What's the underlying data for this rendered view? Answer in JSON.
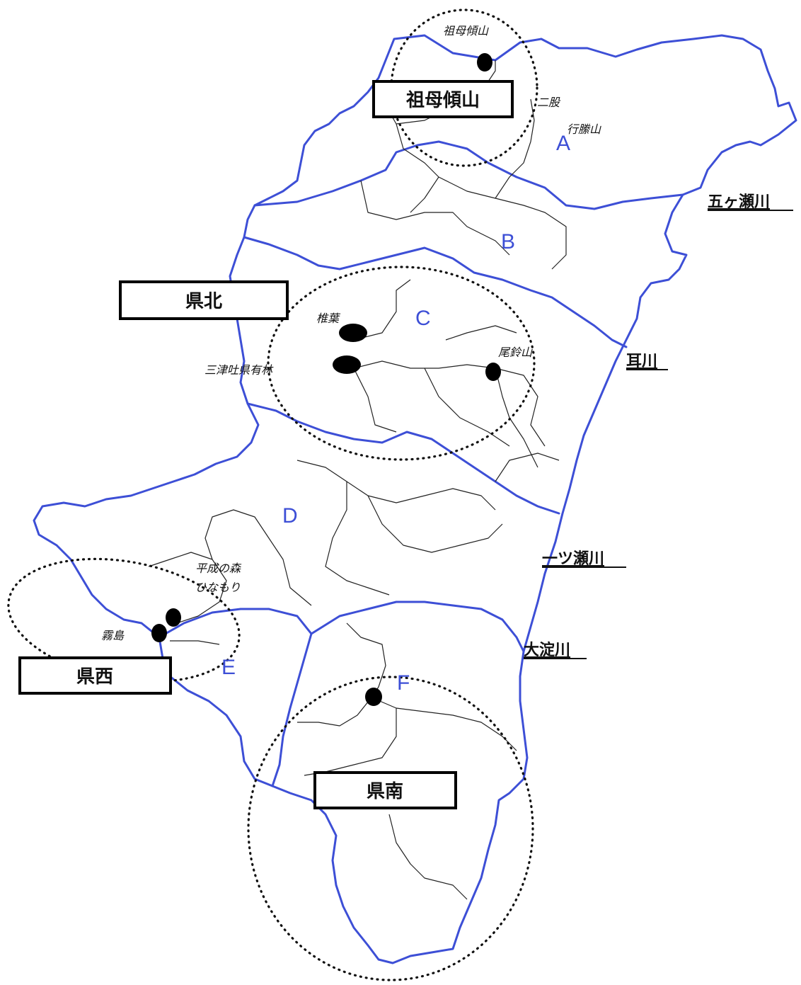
{
  "regions": [
    {
      "id": "sobokatamuki",
      "label": "祖母傾山"
    },
    {
      "id": "kenpoku",
      "label": "県北"
    },
    {
      "id": "kensei",
      "label": "県西"
    },
    {
      "id": "kennan",
      "label": "県南"
    }
  ],
  "zones": [
    "A",
    "B",
    "C",
    "D",
    "E",
    "F"
  ],
  "sites": {
    "sobokatamuki": "祖母傾山",
    "futamata": "二股",
    "gyotoyama": "行縢山",
    "shiiba": "椎葉",
    "mitsuhaki": "三津吐県有林",
    "obachiyama": "尾鈴山",
    "heisei_1": "平成の森",
    "heisei_2": "ひなもり",
    "kirishima": "霧島"
  },
  "rivers": {
    "gokase": "五ヶ瀬川",
    "mimi": "耳川",
    "hitotsuse": "一ツ瀬川",
    "oyodo": "大淀川"
  },
  "colors": {
    "boundary": "#3d4fd6",
    "zone_letters": "#3d4fd6",
    "lines": "#222222"
  }
}
